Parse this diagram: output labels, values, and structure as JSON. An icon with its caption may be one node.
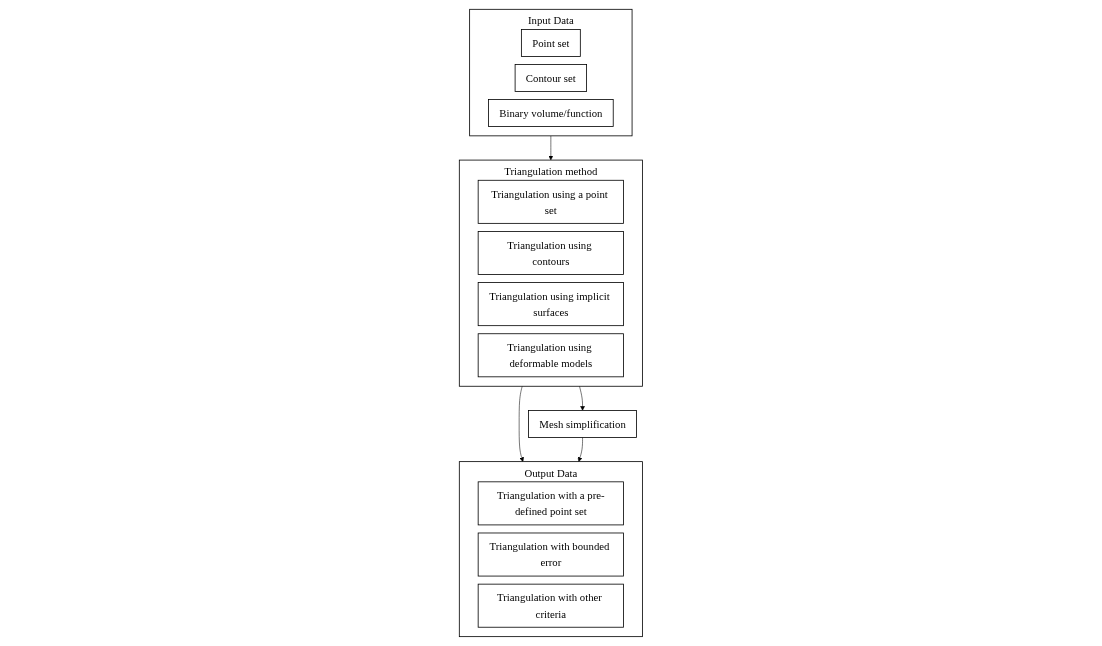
{
  "diagram": {
    "nodes": [
      {
        "text": [
          "Input Data"
        ]
      },
      {
        "text": [
          "Point set"
        ],
        "in": 0
      },
      {
        "text": [
          "Contour set"
        ],
        "in": 0
      },
      {
        "text": [
          "Binary volume/function"
        ],
        "in": 0
      },
      {
        "text": [
          "Triangulation method"
        ]
      },
      {
        "text": [
          "Triangulation using a point set"
        ],
        "in": 4
      },
      {
        "text": [
          "Triangulation using contours"
        ],
        "in": 4
      },
      {
        "text": [
          "Triangulation using implicit surfaces"
        ],
        "in": 4
      },
      {
        "text": [
          "Triangulation using deformable models"
        ],
        "in": 4
      },
      {
        "text": [
          "Mesh simplification"
        ]
      },
      {
        "text": [
          "Output Data"
        ]
      },
      {
        "text": [
          "Triangulation with a pre-defined point set"
        ],
        "in": 10
      },
      {
        "text": [
          "Triangulation with bounded error"
        ],
        "in": 10
      },
      {
        "text": [
          "Triangulation with other criteria"
        ],
        "in": 10
      }
    ],
    "edges": [
      {
        "from": 0,
        "to": 4,
        "arrow": "to"
      },
      {
        "from": 4,
        "to": 10,
        "arrow": "to"
      },
      {
        "from": 4,
        "to": 9,
        "arrow": "to"
      },
      {
        "from": 9,
        "to": 10,
        "arrow": "to"
      }
    ]
  }
}
